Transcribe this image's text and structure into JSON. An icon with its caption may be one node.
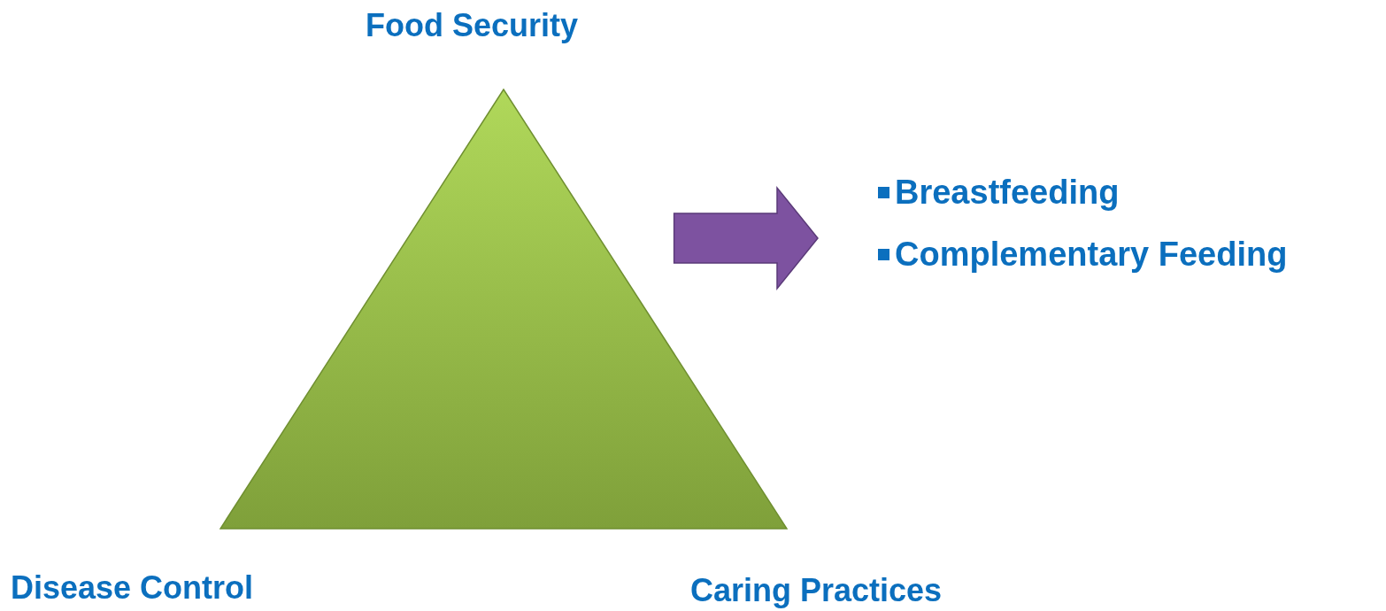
{
  "diagram": {
    "nodes": [
      {
        "text": [],
        "shape": "triangle"
      },
      {
        "text": [
          "Breastfeeding",
          "Complementary Feeding"
        ]
      }
    ],
    "edges": [
      {
        "from": 0,
        "to": 1,
        "arrow": "to",
        "style": "thick",
        "color": "#7d52a0"
      }
    ],
    "labels": [
      "Food Security",
      "Disease Control",
      "Caring Practices"
    ]
  }
}
